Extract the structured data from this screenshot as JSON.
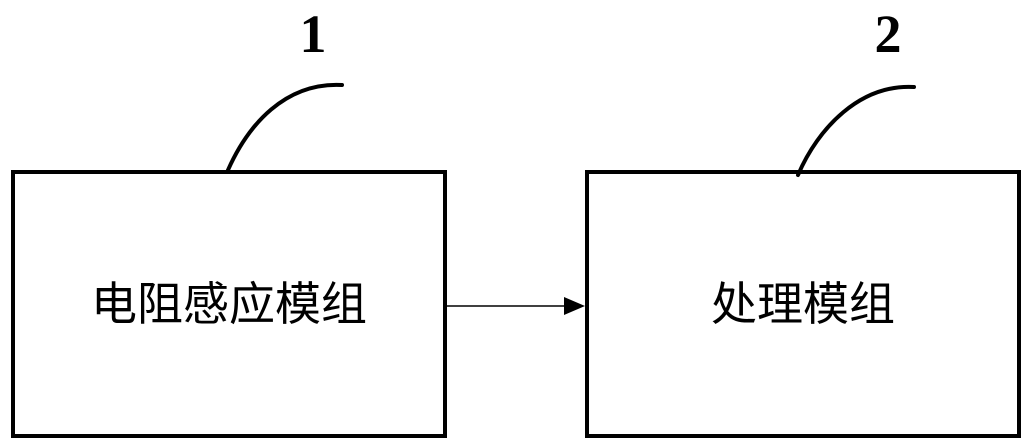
{
  "diagram": {
    "modules": [
      {
        "ref": "1",
        "label": "电阻感应模组"
      },
      {
        "ref": "2",
        "label": "处理模组"
      }
    ]
  }
}
